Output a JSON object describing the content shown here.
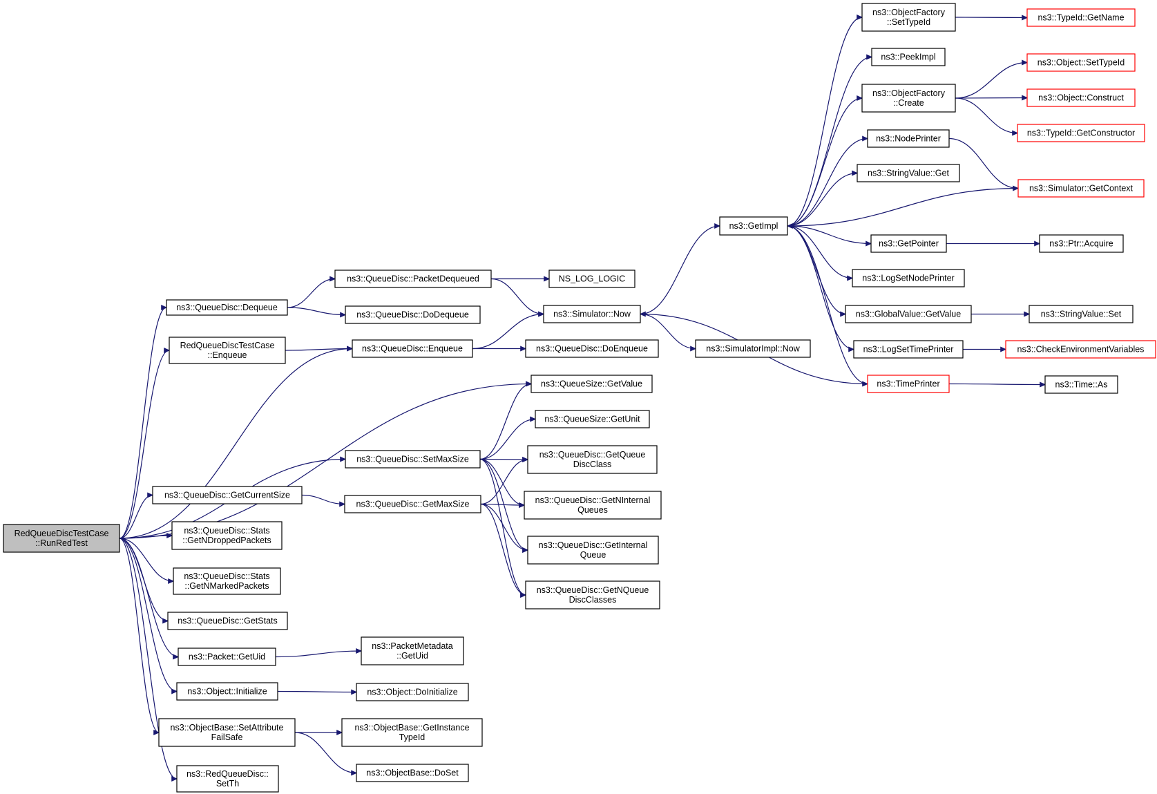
{
  "graph": {
    "edge_color": "#191970",
    "truncated_border_color": "#ff0000",
    "root_fill": "#bfbfbf",
    "nodes": [
      {
        "id": "root",
        "lines": [
          "RedQueueDiscTestCase",
          "::RunRedTest"
        ],
        "root": true
      },
      {
        "id": "dequeue",
        "lines": [
          "ns3::QueueDisc::Dequeue"
        ]
      },
      {
        "id": "rqdtc_enqueue",
        "lines": [
          "RedQueueDiscTestCase",
          "::Enqueue"
        ]
      },
      {
        "id": "qd_getcurrentsize",
        "lines": [
          "ns3::QueueDisc::GetCurrentSize"
        ]
      },
      {
        "id": "stats_dropped",
        "lines": [
          "ns3::QueueDisc::Stats",
          "::GetNDroppedPackets"
        ]
      },
      {
        "id": "stats_marked",
        "lines": [
          "ns3::QueueDisc::Stats",
          "::GetNMarkedPackets"
        ]
      },
      {
        "id": "qd_getstats",
        "lines": [
          "ns3::QueueDisc::GetStats"
        ]
      },
      {
        "id": "packet_getuid",
        "lines": [
          "ns3::Packet::GetUid"
        ]
      },
      {
        "id": "object_initialize",
        "lines": [
          "ns3::Object::Initialize"
        ]
      },
      {
        "id": "ob_setattr",
        "lines": [
          "ns3::ObjectBase::SetAttribute",
          "FailSafe"
        ]
      },
      {
        "id": "rqd_setth",
        "lines": [
          "ns3::RedQueueDisc::",
          "SetTh"
        ]
      },
      {
        "id": "qd_packetdequeued",
        "lines": [
          "ns3::QueueDisc::PacketDequeued"
        ]
      },
      {
        "id": "qd_dodequeue",
        "lines": [
          "ns3::QueueDisc::DoDequeue"
        ]
      },
      {
        "id": "qd_enqueue",
        "lines": [
          "ns3::QueueDisc::Enqueue"
        ]
      },
      {
        "id": "qd_setmaxsize",
        "lines": [
          "ns3::QueueDisc::SetMaxSize"
        ]
      },
      {
        "id": "qd_getmaxsize",
        "lines": [
          "ns3::QueueDisc::GetMaxSize"
        ]
      },
      {
        "id": "pm_getuid",
        "lines": [
          "ns3::PacketMetadata",
          "::GetUid"
        ]
      },
      {
        "id": "obj_doinit",
        "lines": [
          "ns3::Object::DoInitialize"
        ]
      },
      {
        "id": "ob_getinstancetypeid",
        "lines": [
          "ns3::ObjectBase::GetInstance",
          "TypeId"
        ]
      },
      {
        "id": "ob_doset",
        "lines": [
          "ns3::ObjectBase::DoSet"
        ]
      },
      {
        "id": "ns_log_logic",
        "lines": [
          "NS_LOG_LOGIC"
        ]
      },
      {
        "id": "sim_now",
        "lines": [
          "ns3::Simulator::Now"
        ]
      },
      {
        "id": "qd_doenqueue",
        "lines": [
          "ns3::QueueDisc::DoEnqueue"
        ]
      },
      {
        "id": "qs_getvalue",
        "lines": [
          "ns3::QueueSize::GetValue"
        ]
      },
      {
        "id": "qs_getunit",
        "lines": [
          "ns3::QueueSize::GetUnit"
        ]
      },
      {
        "id": "qd_getqueuedisc",
        "lines": [
          "ns3::QueueDisc::GetQueue",
          "DiscClass"
        ]
      },
      {
        "id": "qd_getninternal",
        "lines": [
          "ns3::QueueDisc::GetNInternal",
          "Queues"
        ]
      },
      {
        "id": "qd_getinternal",
        "lines": [
          "ns3::QueueDisc::GetInternal",
          "Queue"
        ]
      },
      {
        "id": "qd_getnqueuedisc",
        "lines": [
          "ns3::QueueDisc::GetNQueue",
          "DiscClasses"
        ]
      },
      {
        "id": "simimpl_now",
        "lines": [
          "ns3::SimulatorImpl::Now"
        ]
      },
      {
        "id": "getimpl",
        "lines": [
          "ns3::GetImpl"
        ]
      },
      {
        "id": "of_settypeid",
        "lines": [
          "ns3::ObjectFactory",
          "::SetTypeId"
        ]
      },
      {
        "id": "peekimpl",
        "lines": [
          "ns3::PeekImpl"
        ]
      },
      {
        "id": "of_create",
        "lines": [
          "ns3::ObjectFactory",
          "::Create"
        ]
      },
      {
        "id": "nodeprinter",
        "lines": [
          "ns3::NodePrinter"
        ]
      },
      {
        "id": "stringvalue_get",
        "lines": [
          "ns3::StringValue::Get"
        ]
      },
      {
        "id": "getpointer",
        "lines": [
          "ns3::GetPointer"
        ]
      },
      {
        "id": "logsetnodeprinter",
        "lines": [
          "ns3::LogSetNodePrinter"
        ]
      },
      {
        "id": "gv_getvalue",
        "lines": [
          "ns3::GlobalValue::GetValue"
        ]
      },
      {
        "id": "logsettimeprinter",
        "lines": [
          "ns3::LogSetTimePrinter"
        ]
      },
      {
        "id": "timeprinter",
        "lines": [
          "ns3::TimePrinter"
        ],
        "truncated": true
      },
      {
        "id": "typeid_getname",
        "lines": [
          "ns3::TypeId::GetName"
        ],
        "truncated": true
      },
      {
        "id": "obj_settypeid",
        "lines": [
          "ns3::Object::SetTypeId"
        ],
        "truncated": true
      },
      {
        "id": "obj_construct",
        "lines": [
          "ns3::Object::Construct"
        ],
        "truncated": true
      },
      {
        "id": "typeid_getconstructor",
        "lines": [
          "ns3::TypeId::GetConstructor"
        ],
        "truncated": true
      },
      {
        "id": "sim_getcontext",
        "lines": [
          "ns3::Simulator::GetContext"
        ],
        "truncated": true
      },
      {
        "id": "ptr_acquire",
        "lines": [
          "ns3::Ptr::Acquire"
        ]
      },
      {
        "id": "stringvalue_set",
        "lines": [
          "ns3::StringValue::Set"
        ]
      },
      {
        "id": "checkenvvars",
        "lines": [
          "ns3::CheckEnvironmentVariables"
        ],
        "truncated": true
      },
      {
        "id": "time_as",
        "lines": [
          "ns3::Time::As"
        ]
      }
    ],
    "edges": [
      [
        "root",
        "dequeue"
      ],
      [
        "root",
        "rqdtc_enqueue"
      ],
      [
        "root",
        "qd_enqueue"
      ],
      [
        "root",
        "qs_getvalue"
      ],
      [
        "root",
        "qd_setmaxsize"
      ],
      [
        "root",
        "qd_getcurrentsize"
      ],
      [
        "root",
        "stats_dropped"
      ],
      [
        "root",
        "stats_marked"
      ],
      [
        "root",
        "qd_getstats"
      ],
      [
        "root",
        "packet_getuid"
      ],
      [
        "root",
        "object_initialize"
      ],
      [
        "root",
        "ob_setattr"
      ],
      [
        "root",
        "rqd_setth"
      ],
      [
        "dequeue",
        "qd_packetdequeued"
      ],
      [
        "dequeue",
        "qd_dodequeue"
      ],
      [
        "qd_packetdequeued",
        "ns_log_logic"
      ],
      [
        "qd_packetdequeued",
        "sim_now"
      ],
      [
        "rqdtc_enqueue",
        "qd_enqueue"
      ],
      [
        "qd_enqueue",
        "sim_now"
      ],
      [
        "qd_enqueue",
        "qd_doenqueue"
      ],
      [
        "sim_now",
        "getimpl"
      ],
      [
        "sim_now",
        "simimpl_now"
      ],
      [
        "qd_setmaxsize",
        "qs_getvalue"
      ],
      [
        "qd_setmaxsize",
        "qs_getunit"
      ],
      [
        "qd_setmaxsize",
        "qd_getqueuedisc"
      ],
      [
        "qd_setmaxsize",
        "qd_getninternal"
      ],
      [
        "qd_setmaxsize",
        "qd_getinternal"
      ],
      [
        "qd_setmaxsize",
        "qd_getnqueuedisc"
      ],
      [
        "qd_getcurrentsize",
        "qd_getmaxsize"
      ],
      [
        "qd_getmaxsize",
        "qd_getqueuedisc"
      ],
      [
        "qd_getmaxsize",
        "qd_getninternal"
      ],
      [
        "qd_getmaxsize",
        "qd_getinternal"
      ],
      [
        "qd_getmaxsize",
        "qd_getnqueuedisc"
      ],
      [
        "packet_getuid",
        "pm_getuid"
      ],
      [
        "object_initialize",
        "obj_doinit"
      ],
      [
        "ob_setattr",
        "ob_getinstancetypeid"
      ],
      [
        "ob_setattr",
        "ob_doset"
      ],
      [
        "getimpl",
        "of_settypeid"
      ],
      [
        "getimpl",
        "peekimpl"
      ],
      [
        "getimpl",
        "of_create"
      ],
      [
        "getimpl",
        "nodeprinter"
      ],
      [
        "getimpl",
        "stringvalue_get"
      ],
      [
        "getimpl",
        "getpointer"
      ],
      [
        "getimpl",
        "logsetnodeprinter"
      ],
      [
        "getimpl",
        "gv_getvalue"
      ],
      [
        "getimpl",
        "logsettimeprinter"
      ],
      [
        "getimpl",
        "timeprinter"
      ],
      [
        "of_settypeid",
        "typeid_getname"
      ],
      [
        "of_create",
        "obj_settypeid"
      ],
      [
        "of_create",
        "obj_construct"
      ],
      [
        "of_create",
        "typeid_getconstructor"
      ],
      [
        "nodeprinter",
        "sim_getcontext"
      ],
      [
        "sim_getcontext",
        "getimpl"
      ],
      [
        "getpointer",
        "ptr_acquire"
      ],
      [
        "gv_getvalue",
        "stringvalue_set"
      ],
      [
        "logsettimeprinter",
        "checkenvvars"
      ],
      [
        "timeprinter",
        "time_as"
      ],
      [
        "timeprinter",
        "sim_now"
      ]
    ]
  }
}
